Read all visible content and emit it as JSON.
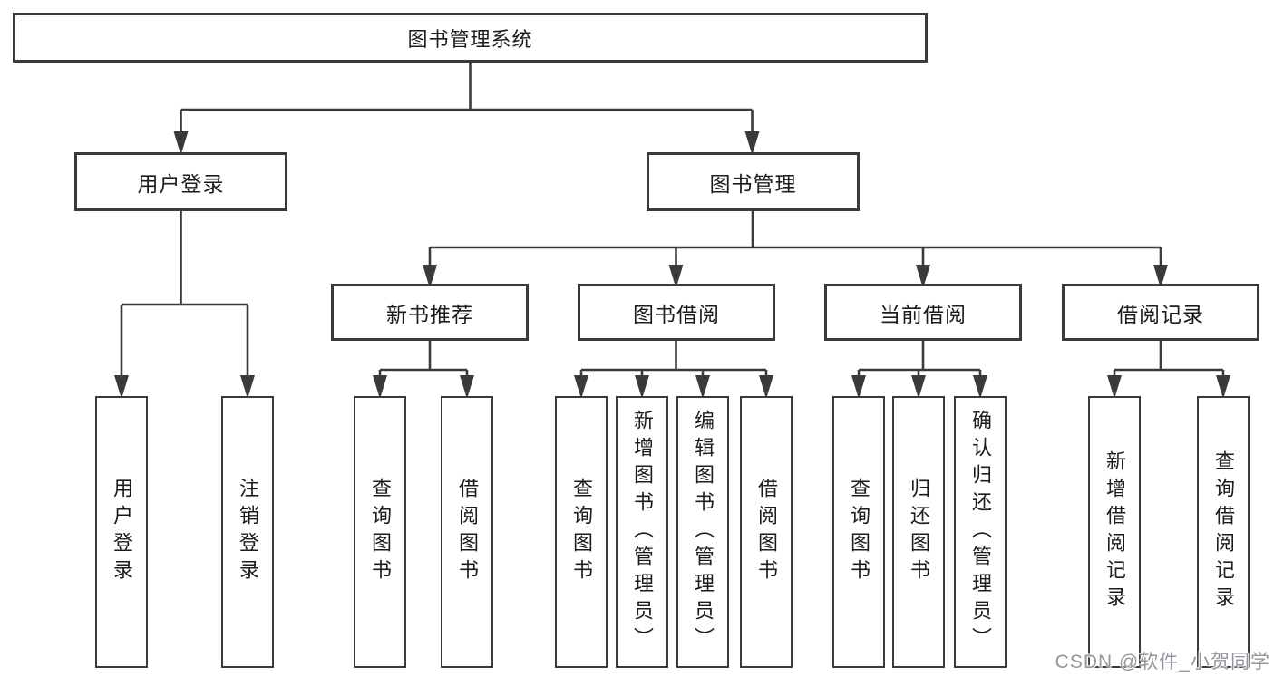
{
  "diagram": {
    "type": "hierarchy-tree",
    "title": "图书管理系统"
  },
  "tree": {
    "root": {
      "label": "图书管理系统"
    },
    "children": [
      {
        "label": "用户登录",
        "children": [
          {
            "label": "用户登录"
          },
          {
            "label": "注销登录"
          }
        ]
      },
      {
        "label": "图书管理",
        "children": [
          {
            "label": "新书推荐",
            "children": [
              {
                "label": "查询图书"
              },
              {
                "label": "借阅图书"
              }
            ]
          },
          {
            "label": "图书借阅",
            "children": [
              {
                "label": "查询图书"
              },
              {
                "label": "新增图书（管理员）"
              },
              {
                "label": "编辑图书（管理员）"
              },
              {
                "label": "借阅图书"
              }
            ]
          },
          {
            "label": "当前借阅",
            "children": [
              {
                "label": "查询图书"
              },
              {
                "label": "归还图书"
              },
              {
                "label": "确认归还（管理员）"
              }
            ]
          },
          {
            "label": "借阅记录",
            "children": [
              {
                "label": "新增借阅记录"
              },
              {
                "label": "查询借阅记录"
              }
            ]
          }
        ]
      }
    ]
  },
  "watermark": {
    "text": "CSDN @软件_小贺同学"
  },
  "colors": {
    "background": "#ffffff",
    "line": "#3a3a3c",
    "box_border": "#3a3a3c",
    "text": "#1c1c1e",
    "watermark": "#96969e"
  }
}
